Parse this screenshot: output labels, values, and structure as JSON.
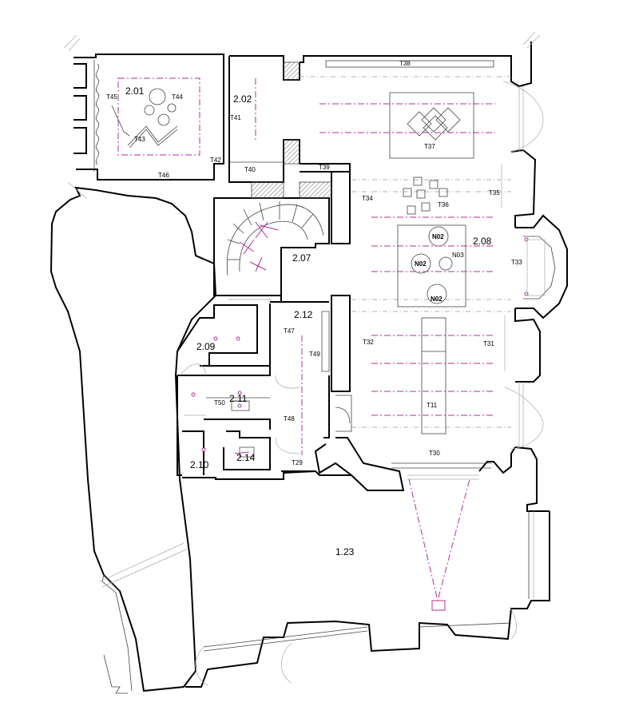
{
  "rooms": {
    "r201": "2.01",
    "r202": "2.02",
    "r207": "2.07",
    "r208": "2.08",
    "r209": "2.09",
    "r210": "2.10",
    "r211": "2.11",
    "r212": "2.12",
    "r214": "2.14",
    "r123": "1.23"
  },
  "tags": {
    "t11": "T11",
    "t29": "T29",
    "t30": "T30",
    "t31": "T31",
    "t32": "T32",
    "t33": "T33",
    "t34": "T34",
    "t35": "T35",
    "t36": "T36",
    "t37": "T37",
    "t38": "T38",
    "t39": "T39",
    "t40": "T40",
    "t41": "T41",
    "t42": "T42",
    "t43": "T43",
    "t44": "T44",
    "t45": "T45",
    "t46": "T46",
    "t47": "T47",
    "t48": "T48",
    "t49": "T49",
    "t50": "T50"
  },
  "nodes": {
    "n02_top": "N02",
    "n02_mid": "N02",
    "n02_bot": "N02",
    "n03": "N03"
  },
  "colors": {
    "walls": "#000000",
    "lighting": "#b0309a",
    "detail": "#999999"
  }
}
